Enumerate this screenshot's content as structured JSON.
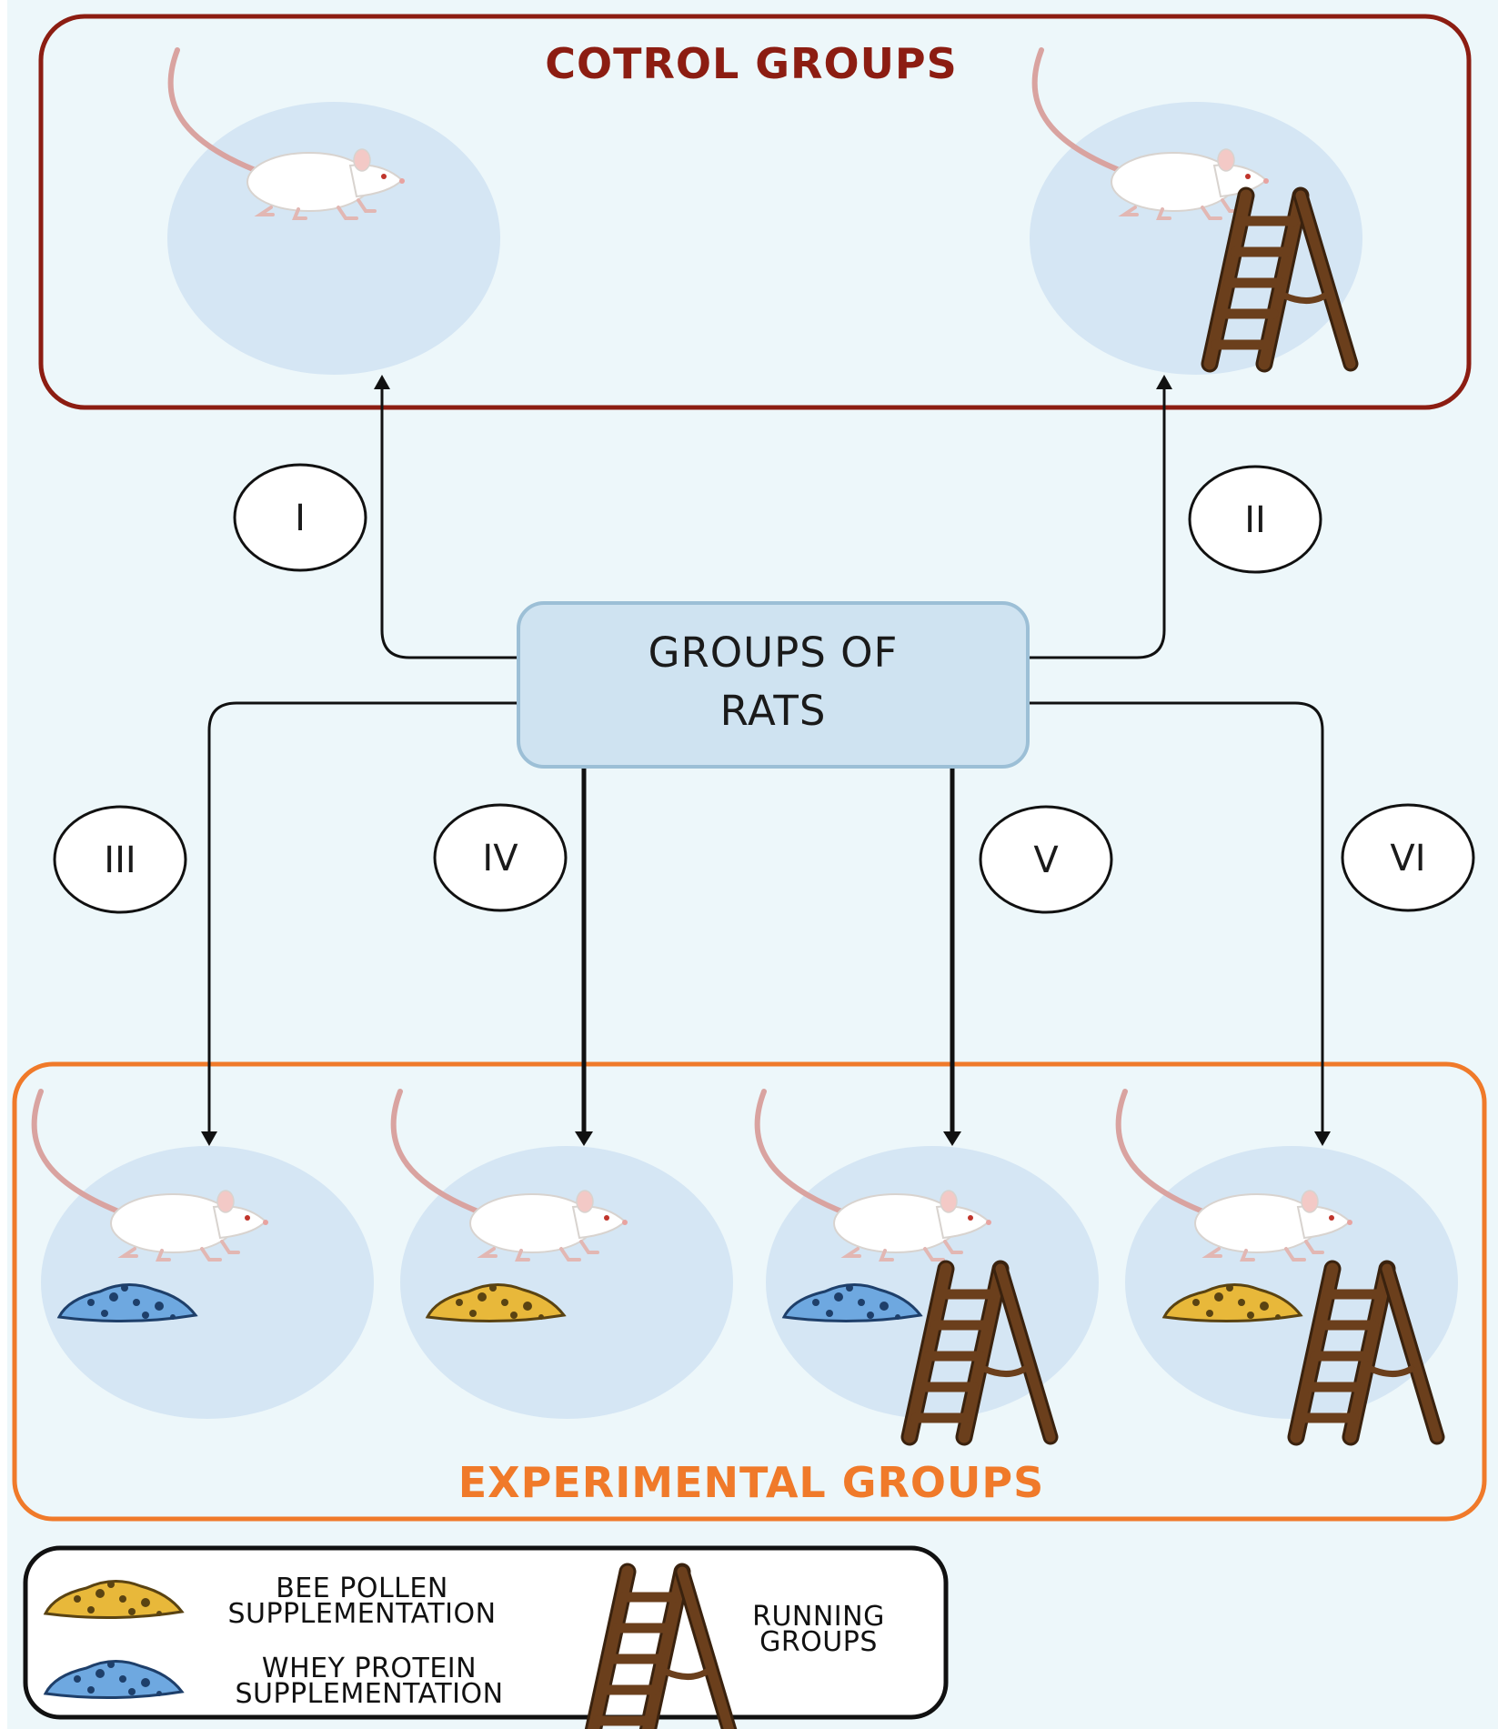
{
  "colors": {
    "background": "#edf7fa",
    "control_border": "#8c1d12",
    "experimental_border": "#f07a2a",
    "center_box_fill": "#cfe3f1",
    "center_box_border": "#9cbfd6",
    "circle_fill": "#d5e6f4",
    "bee_pollen": "#e8b83a",
    "whey_protein": "#6ea8e0",
    "ladder": "#6b3f1c"
  },
  "control_box": {
    "title": "COTROL GROUPS"
  },
  "experimental_box": {
    "title": "EXPERIMENTAL GROUPS"
  },
  "center_box": {
    "line1": "GROUPS OF",
    "line2": "RATS"
  },
  "group_labels": [
    "I",
    "II",
    "III",
    "IV",
    "V",
    "VI"
  ],
  "legend": {
    "bee_pollen": {
      "line1": "BEE POLLEN",
      "line2": "SUPPLEMENTATION"
    },
    "whey_protein": {
      "line1": "WHEY PROTEIN",
      "line2": "SUPPLEMENTATION"
    },
    "running": {
      "line1": "RUNNING",
      "line2": "GROUPS"
    }
  }
}
